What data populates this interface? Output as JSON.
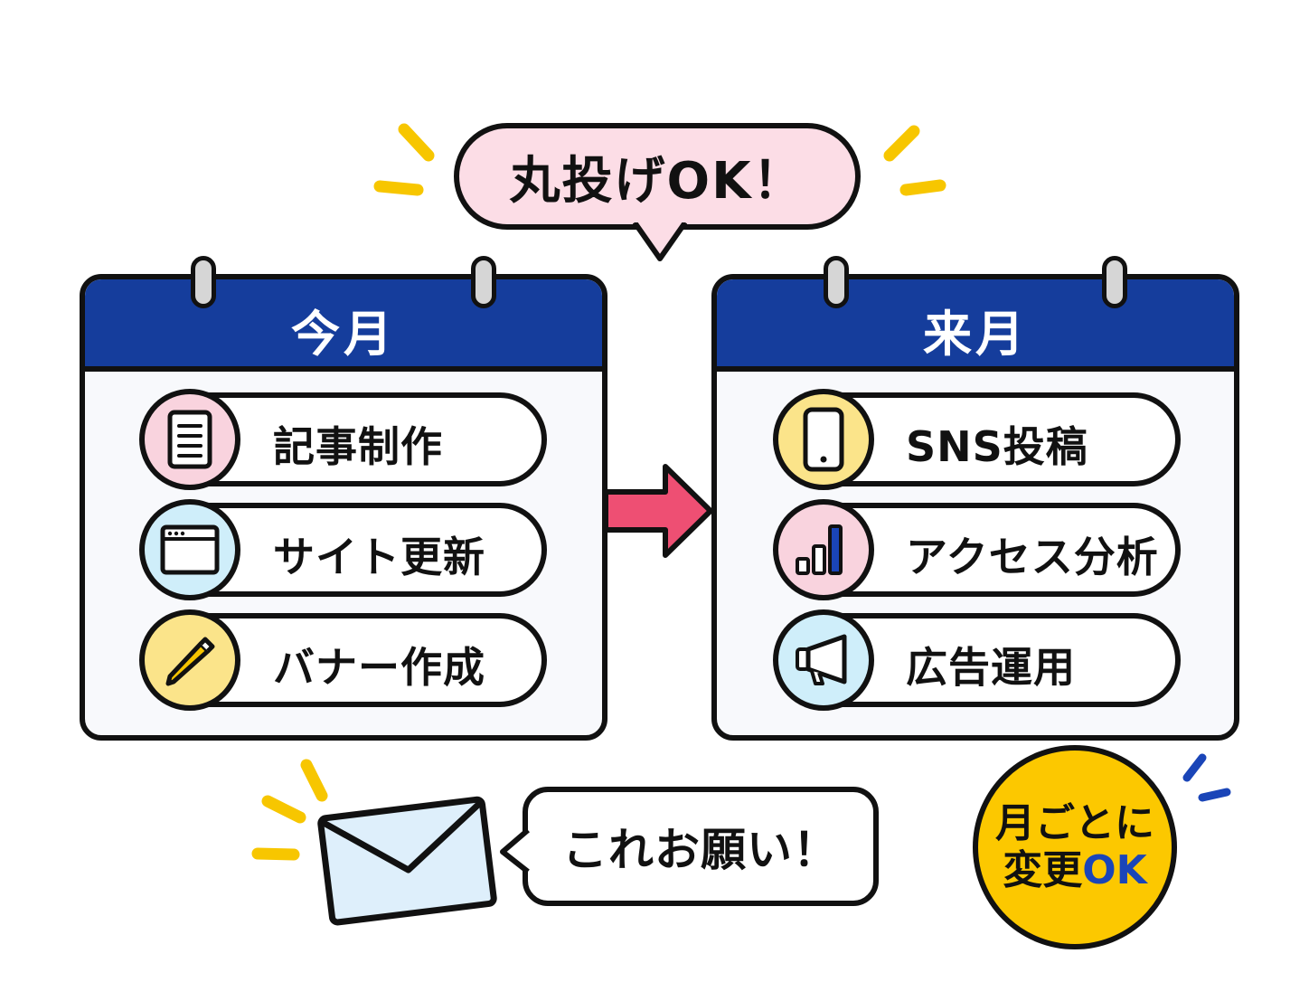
{
  "headline": "丸投げOK！",
  "calendars": {
    "this_month": {
      "title": "今月",
      "items": [
        {
          "label": "記事制作",
          "icon": "document-icon",
          "color": "#f9d3de"
        },
        {
          "label": "サイト更新",
          "icon": "browser-window-icon",
          "color": "#cfeefa"
        },
        {
          "label": "バナー作成",
          "icon": "pencil-icon",
          "color": "#fbe48a"
        }
      ]
    },
    "next_month": {
      "title": "来月",
      "items": [
        {
          "label": "SNS投稿",
          "icon": "smartphone-icon",
          "color": "#fbe48a"
        },
        {
          "label": "アクセス分析",
          "icon": "bar-chart-icon",
          "color": "#f9d3de"
        },
        {
          "label": "広告運用",
          "icon": "megaphone-icon",
          "color": "#cfeefa"
        }
      ]
    }
  },
  "request_bubble": "これお願い！",
  "badge": {
    "line1": "月ごとに",
    "line2": "変更",
    "line2_highlight": "OK"
  },
  "colors": {
    "header_blue": "#153d9c",
    "accent_yellow": "#fcc800",
    "arrow_pink": "#ee4f73",
    "bubble_pink": "#fcdde6"
  }
}
